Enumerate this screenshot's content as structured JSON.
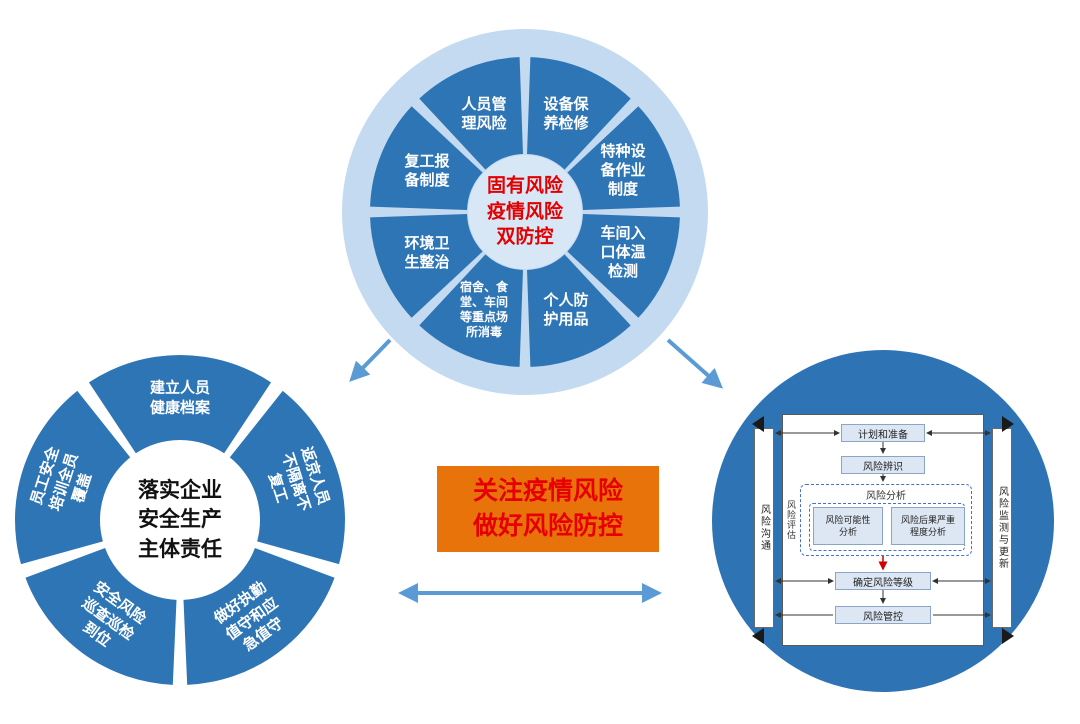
{
  "top_wheel": {
    "center_label": "固有风险\n疫情风险\n双防控",
    "segments": [
      "设备保\n养检修",
      "特种设\n备作业\n制度",
      "车间入\n口体温\n检测",
      "个人防\n护用品",
      "宿舍、食\n堂、车间\n等重点场\n所消毒",
      "环境卫\n生整治",
      "复工报\n备制度",
      "人员管\n理风险"
    ]
  },
  "left_wheel": {
    "center_label": "落实企业\n安全生产\n主体责任",
    "segments": [
      "建立人员\n健康档案",
      "返京人员\n不隔离不\n复工",
      "做好执勤\n值守和应\n急值守",
      "安全风险\n巡查巡检\n到位",
      "员工安全\n培训全员\n覆盖"
    ]
  },
  "banner": {
    "text": "关注疫情风险\n做好风险防控"
  },
  "flowchart": {
    "left_bar": "风险沟通",
    "right_bar": "风险监测与更新",
    "assessment_label": "风险评估",
    "steps": [
      "计划和准备",
      "风险辨识",
      "风险分析",
      "确定风险等级",
      "风险管控"
    ],
    "analysis_boxes": [
      "风险可能性\n分析",
      "风险后果严重\n程度分析"
    ]
  },
  "colors": {
    "wheel_blue": "#2e75b6",
    "wheel_rim": "#c3daf0",
    "wheel_hub": "#d8e7f6",
    "circle_blue": "#2e74b5",
    "banner_orange": "#e8730b",
    "banner_red": "#e60000",
    "arrow_blue": "#5b9bd5"
  }
}
